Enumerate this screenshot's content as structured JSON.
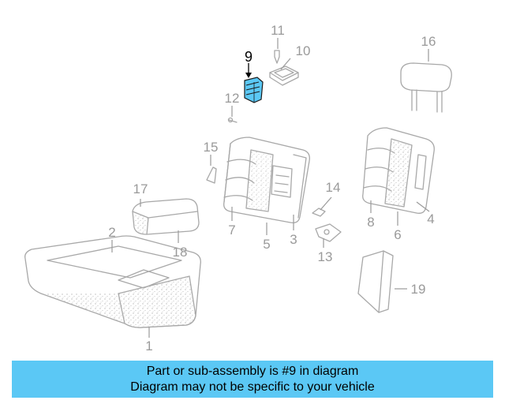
{
  "diagram": {
    "callouts": [
      {
        "id": "c1",
        "label": "1"
      },
      {
        "id": "c2",
        "label": "2"
      },
      {
        "id": "c3",
        "label": "3"
      },
      {
        "id": "c4",
        "label": "4"
      },
      {
        "id": "c5",
        "label": "5"
      },
      {
        "id": "c6",
        "label": "6"
      },
      {
        "id": "c7",
        "label": "7"
      },
      {
        "id": "c8",
        "label": "8"
      },
      {
        "id": "c9",
        "label": "9"
      },
      {
        "id": "c10",
        "label": "10"
      },
      {
        "id": "c11",
        "label": "11"
      },
      {
        "id": "c12",
        "label": "12"
      },
      {
        "id": "c13",
        "label": "13"
      },
      {
        "id": "c14",
        "label": "14"
      },
      {
        "id": "c15",
        "label": "15"
      },
      {
        "id": "c16",
        "label": "16"
      },
      {
        "id": "c17",
        "label": "17"
      },
      {
        "id": "c18",
        "label": "18"
      },
      {
        "id": "c19",
        "label": "19"
      }
    ],
    "highlighted_part": "9",
    "highlight_color": "#5bc8f5",
    "line_color": "#a8a8a8"
  },
  "banner": {
    "line1": "Part or sub-assembly is #9 in diagram",
    "line2": "Diagram may not be specific to your vehicle",
    "background": "#5bc8f5"
  }
}
